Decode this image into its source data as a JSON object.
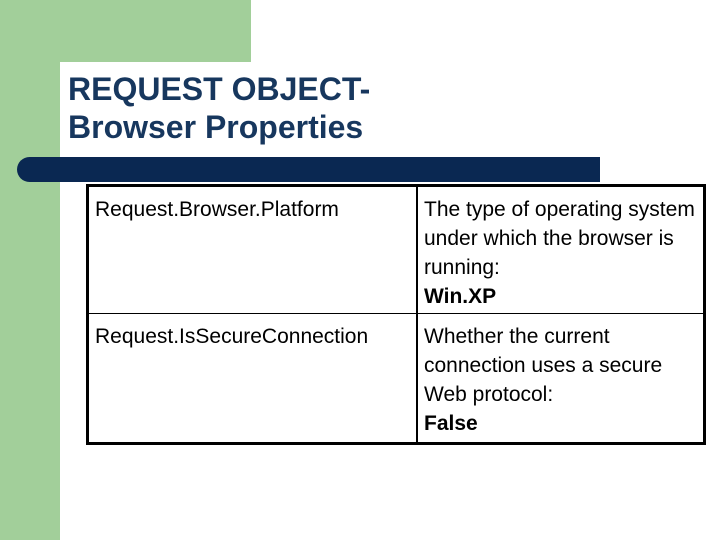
{
  "slide": {
    "title_line1": "REQUEST OBJECT-",
    "title_line2": "Browser Properties",
    "colors": {
      "accent_green": "#a2cf9a",
      "title_blue": "#17375e",
      "rule_navy": "#0a2852"
    }
  },
  "table": {
    "rows": [
      {
        "property": "Request.Browser.Platform",
        "description": "The type of operating system under which the browser is running:",
        "value": "Win.XP"
      },
      {
        "property": "Request.IsSecureConnection",
        "description": "Whether the current connection uses a secure Web protocol:",
        "value": "False"
      }
    ]
  }
}
